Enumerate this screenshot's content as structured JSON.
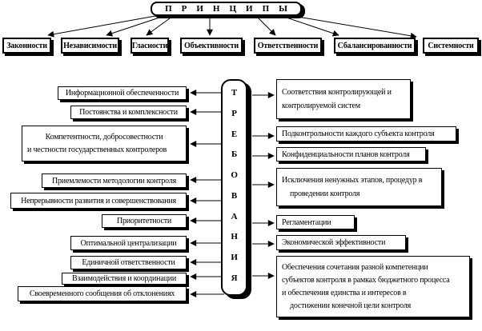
{
  "principles": {
    "title": "ПРИНЦИПЫ",
    "items": [
      "Законности",
      "Независимости",
      "Гласности",
      "Объективности",
      "Ответственности",
      "Сбалансированности",
      "Системности"
    ]
  },
  "requirements": {
    "letters": [
      "Т",
      "Р",
      "Е",
      "Б",
      "О",
      "В",
      "А",
      "Н",
      "И",
      "Я"
    ],
    "left_items": [
      {
        "lines": [
          "Информационной обеспеченности"
        ]
      },
      {
        "lines": [
          "Постоянства и комплексности"
        ]
      },
      {
        "lines": [
          "Компетентности, добросовестности",
          "и честности государственных контролеров"
        ]
      },
      {
        "lines": [
          "Приемлемости методологии контроля"
        ]
      },
      {
        "lines": [
          "Непрерывности развития и совершенствования"
        ]
      },
      {
        "lines": [
          "Приоритетности"
        ]
      },
      {
        "lines": [
          "Оптимальной централизации"
        ]
      },
      {
        "lines": [
          "Единичной ответственности"
        ]
      },
      {
        "lines": [
          "Взаимодействия и координации"
        ]
      },
      {
        "lines": [
          "Своевременного сообщения об отклонениях"
        ]
      }
    ],
    "right_items": [
      {
        "lines": [
          "Соответствия контролирующей и",
          "контролируемой систем"
        ]
      },
      {
        "lines": [
          "Подконтрольности каждого субъекта контроля"
        ]
      },
      {
        "lines": [
          "Конфиденциальности планов контроля"
        ]
      },
      {
        "lines": [
          "Исключения ненужных этапов, процедур в",
          "проведении контроля"
        ]
      },
      {
        "lines": [
          "Регламентации"
        ]
      },
      {
        "lines": [
          "Экономической  эффективности"
        ]
      },
      {
        "lines": [
          "Обеспечения сочетания разной компетенции",
          "субъектов контроля в рамках бюджетного процесса",
          "и обеспечения единства и интересов в",
          "достижении конечной цели контроля"
        ]
      }
    ]
  },
  "colors": {
    "ink": "#000000",
    "paper": "#ffffff"
  }
}
